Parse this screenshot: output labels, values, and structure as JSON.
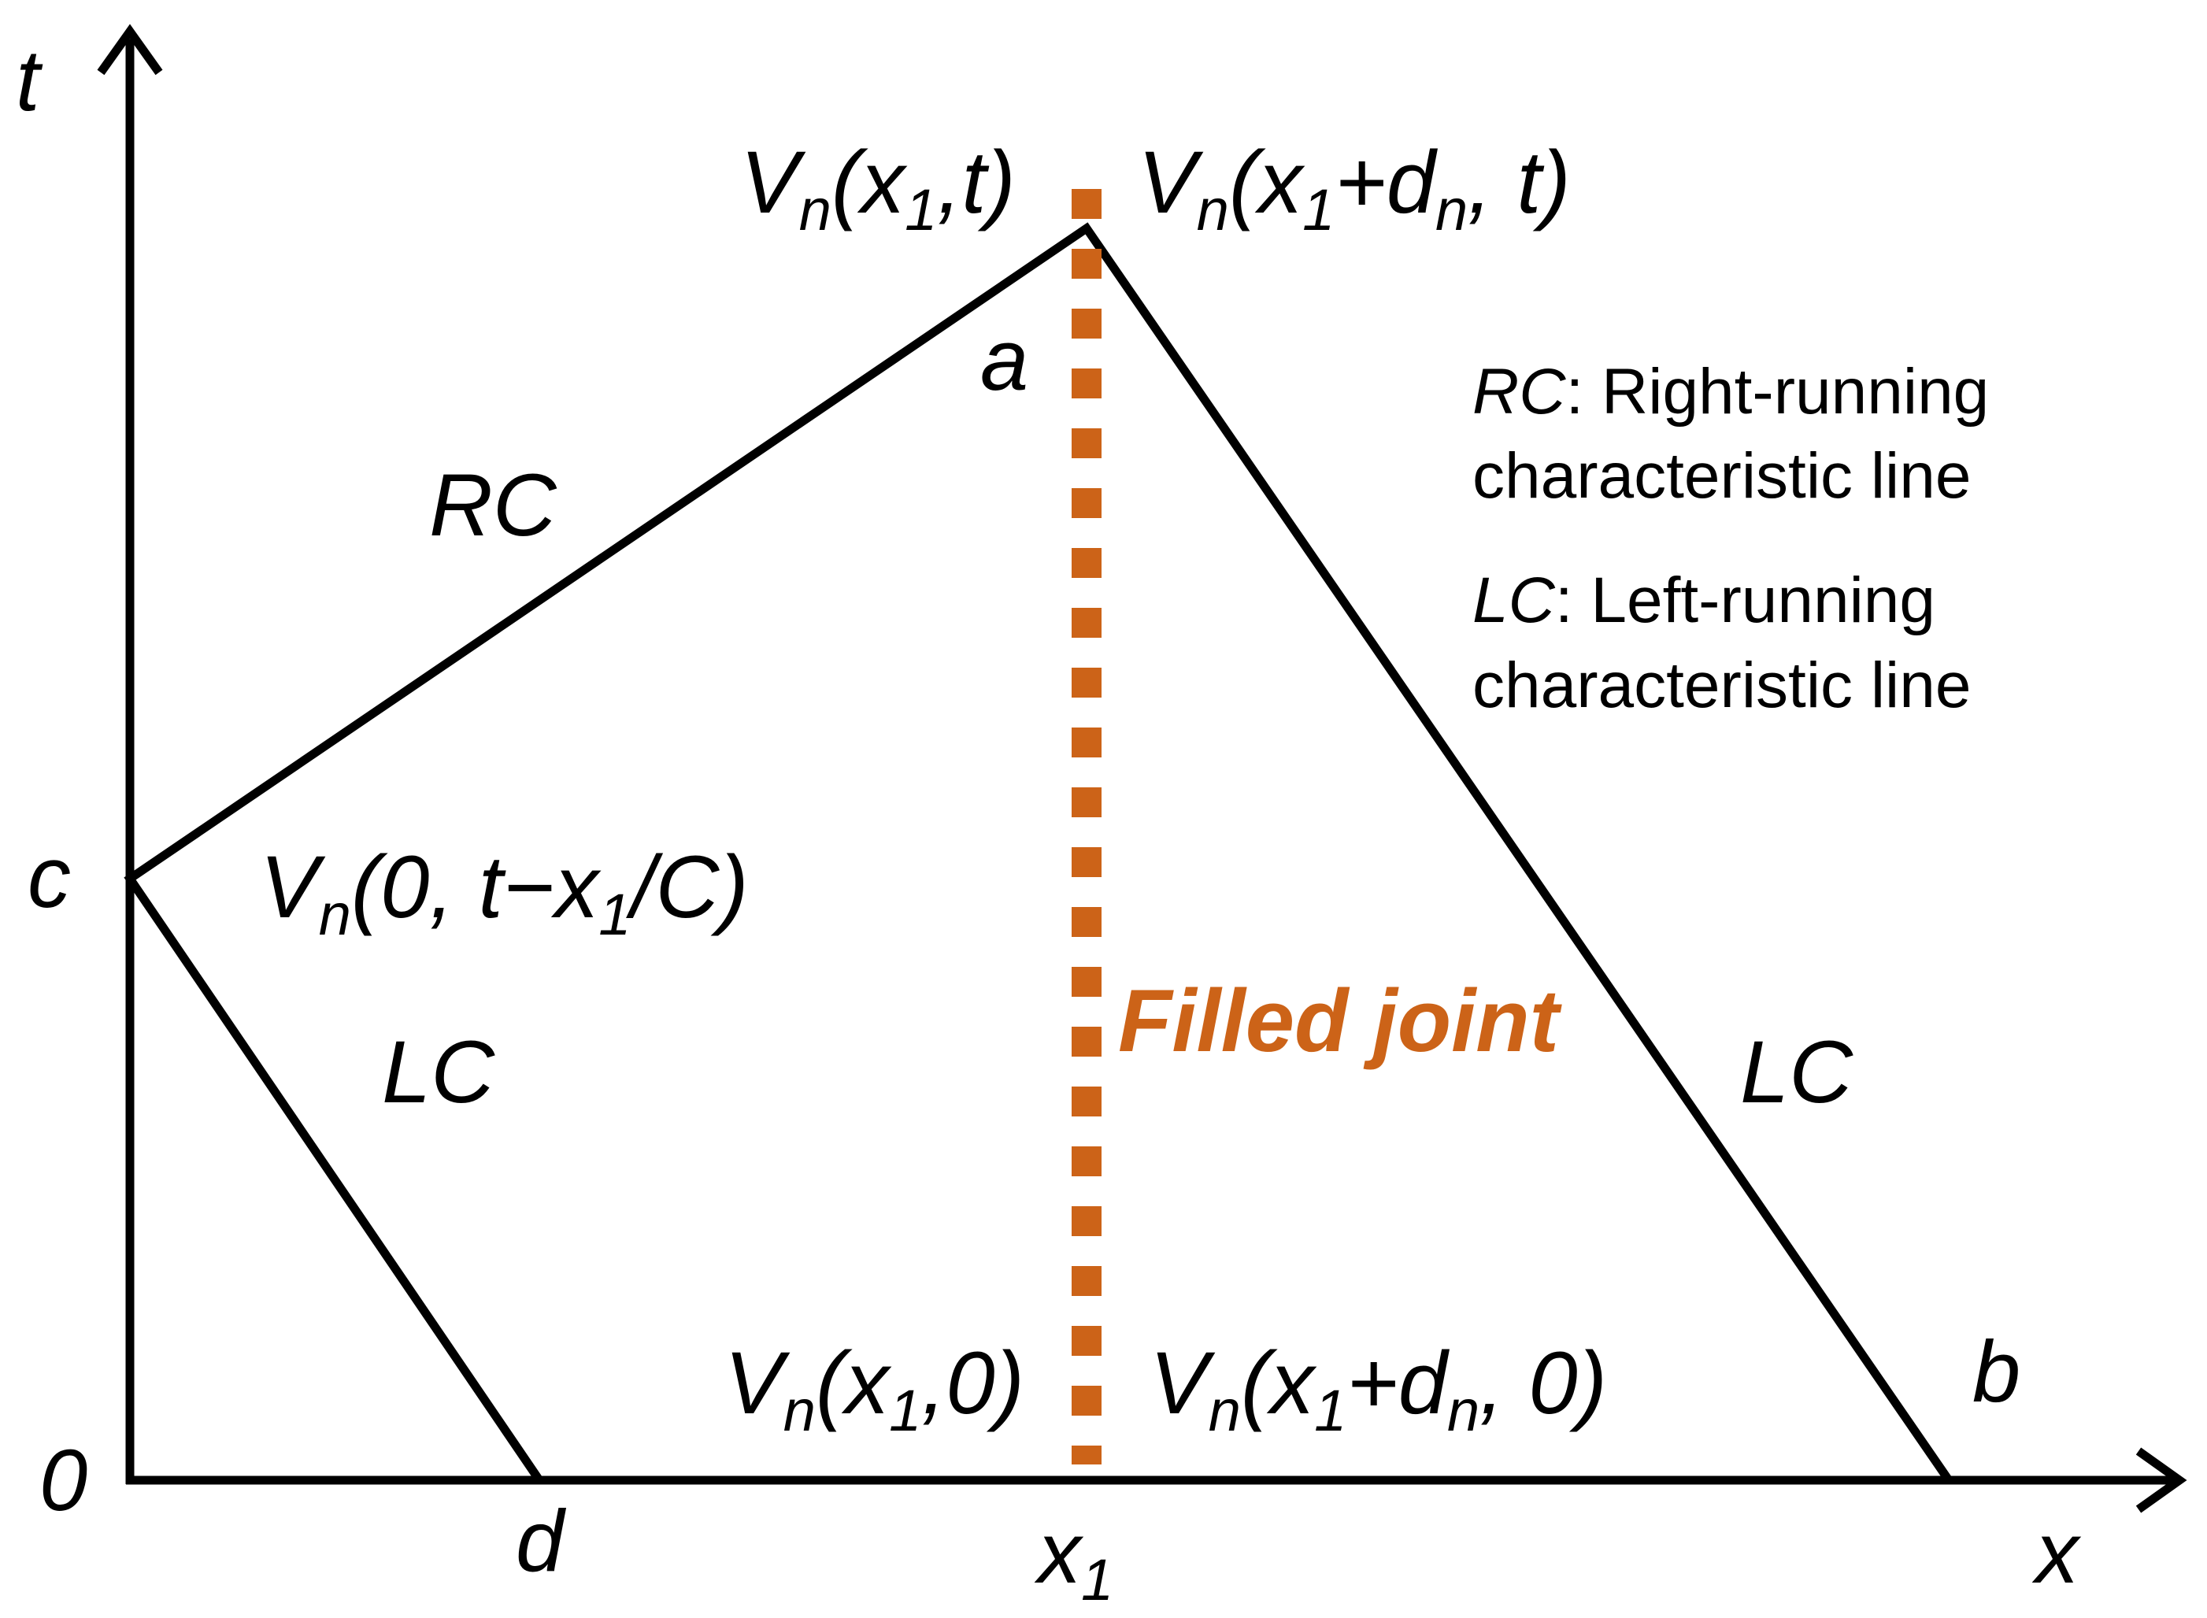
{
  "axes": {
    "t_label": "t",
    "x_label": "x",
    "origin_label": "0"
  },
  "points": {
    "a": "a",
    "b": "b",
    "c": "c",
    "d": "d"
  },
  "x1_label": {
    "main": "x",
    "sub": "1"
  },
  "lines": {
    "rc": "RC",
    "lc_left": "LC",
    "lc_right": "LC"
  },
  "values": {
    "top_left": {
      "v": "V",
      "n": "n",
      "open": "(x",
      "one": "1",
      "close": ",t)"
    },
    "top_right": {
      "v": "V",
      "n": "n",
      "open": "(x",
      "one": "1",
      "mid": "+d",
      "n2": "n",
      "close": ", t)"
    },
    "mid": {
      "v": "V",
      "n": "n",
      "open": "(0, t−x",
      "one": "1",
      "close": "/C)"
    },
    "bottom_left": {
      "v": "V",
      "n": "n",
      "open": "(x",
      "one": "1",
      "close": ",0)"
    },
    "bottom_right": {
      "v": "V",
      "n": "n",
      "open": "(x",
      "one": "1",
      "mid": "+d",
      "n2": "n",
      "close": ", 0)"
    }
  },
  "joint": {
    "label": "Filled joint",
    "color": "#cc6318"
  },
  "legend": {
    "rc_key": "RC",
    "rc_text1": ": Right-running",
    "rc_text2": "characteristic line",
    "lc_key": "LC",
    "lc_text1": ": Left-running",
    "lc_text2": "characteristic line"
  }
}
